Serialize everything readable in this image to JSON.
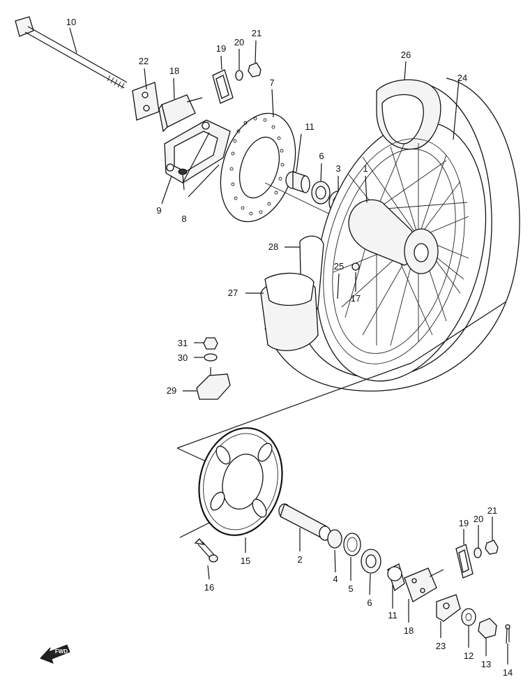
{
  "forward_marker_text": "FWD",
  "labels": {
    "axle": "10",
    "adjuster_top": "22",
    "chain_adjuster_top": "18",
    "cover_top": "19",
    "washer_top": "20",
    "nut_top": "21",
    "brake_disc": "7",
    "disc_bolt_bracket": "9",
    "bolt_8": "8",
    "spacer_top": "11",
    "bearing_top": "6",
    "bearing_3": "3",
    "hub": "1",
    "tire": "24",
    "rim_band_26": "26",
    "tube_28": "28",
    "tube_27": "27",
    "spoke": "25",
    "nipple": "17",
    "nut_31": "31",
    "washer_30": "30",
    "rim_lock": "29",
    "sprocket": "15",
    "sprocket_bolt": "16",
    "spacer_2": "2",
    "bearing_4": "4",
    "seal_5": "5",
    "bearing_bottom": "6",
    "spacer_bottom": "11",
    "chain_adjuster_bottom": "18",
    "plate_23": "23",
    "cover_bottom": "19",
    "washer_bottom": "20",
    "nut_bottom": "21",
    "washer_12": "12",
    "nut_13": "13",
    "cotter_pin": "14"
  }
}
